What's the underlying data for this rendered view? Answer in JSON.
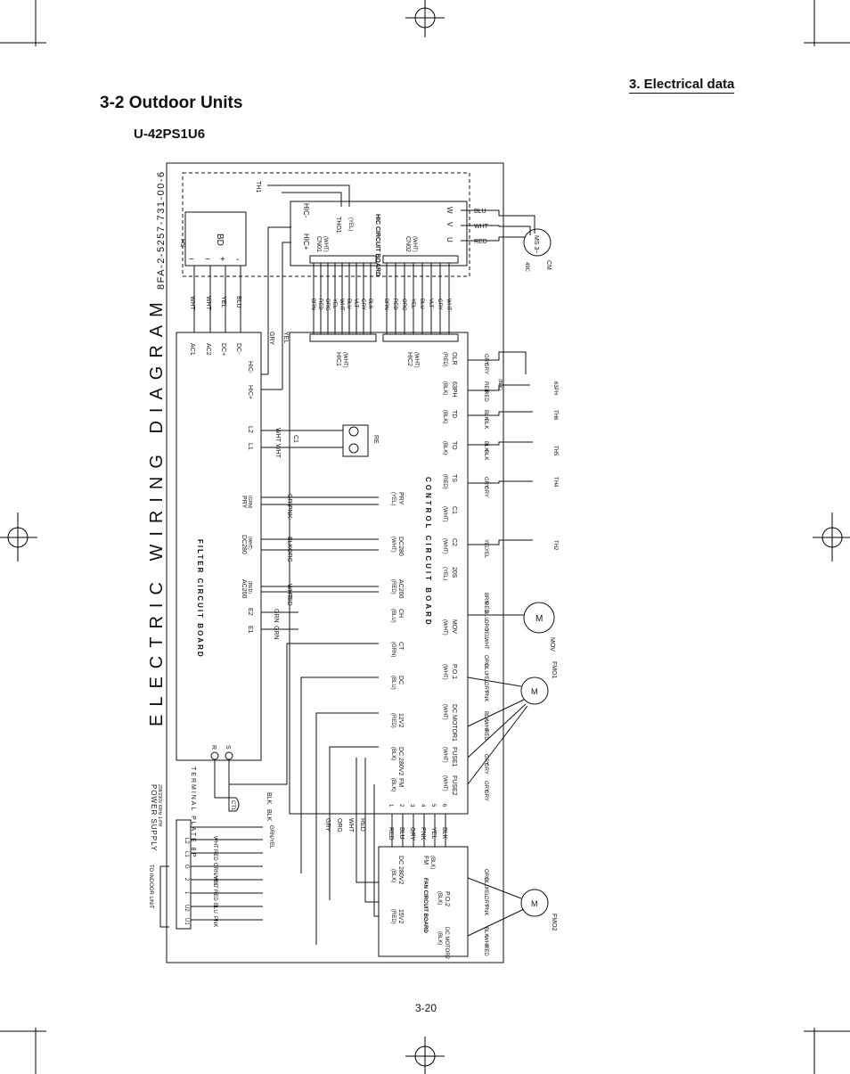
{
  "header": {
    "section": "3. Electrical data",
    "title": "3-2 Outdoor Units",
    "model": "U-42PS1U6"
  },
  "page_number": "3-20",
  "diagram": {
    "title": "ELECTRIC WIRING DIAGRAM",
    "drawing_number": "8FA-2-5257-731-00-6",
    "hs_label": "HS",
    "bd_label": "BD",
    "bd_terminals": [
      "~",
      "~",
      "+",
      "-"
    ],
    "bd_wires": [
      "WHT",
      "WHT",
      "YEL",
      "BLU"
    ],
    "th1_label": "TH1",
    "hic_board": {
      "name": "HIC CIRCUIT BOARD",
      "hic_minus": "HIC-",
      "hic_plus": "HIC+",
      "tho1": "THO1",
      "tho1_color": "(YEL)",
      "cn01": "CN01",
      "cn01_color": "(WHT)",
      "cn02": "CN02",
      "cn02_color": "(WHT)",
      "phases": [
        "W",
        "V",
        "U"
      ],
      "phase_wires": [
        "BLU",
        "WHT",
        "RED"
      ],
      "cn01_wires": [
        "BRN",
        "RED",
        "ORG",
        "YEL",
        "WHT",
        "BLU",
        "VLT",
        "GRY",
        "BLK"
      ],
      "cn02_wires": [
        "BRN",
        "RED",
        "ORG",
        "YEL",
        "BLU",
        "VLT",
        "GRY",
        "WHT"
      ]
    },
    "compressor": {
      "label": "MS 3~",
      "cm": "CM",
      "r": "49C"
    },
    "filter_board": {
      "name": "FILTER CIRCUIT BOARD",
      "terminals": [
        "AC1",
        "AC2",
        "DC+",
        "DC-",
        "HIC-",
        "HIC+",
        "L2",
        "L1"
      ],
      "gry": "GRY",
      "yel": "YEL",
      "pry": "PRY",
      "pry_color": "(GRN)",
      "dc280": "DC280",
      "dc280_color": "(WHT)",
      "ac200": "AC200",
      "ac200_color": "(RED)",
      "e2": "E2",
      "e1": "E1",
      "l_wires": [
        "WHT",
        "WHT"
      ],
      "pry_wires": [
        "GRY",
        "PNK"
      ],
      "dc280_wires": [
        "BLK",
        "ORG"
      ],
      "ac200_wires": [
        "WHT",
        "RED"
      ],
      "e_wires": [
        "GRN",
        "GRN"
      ],
      "r": "R",
      "s": "S"
    },
    "c1": "C1",
    "re": "RE",
    "control_board": {
      "name": "CONTROL CIRCUIT BOARD",
      "hic1": "HIC1",
      "hic1_color": "(WHT)",
      "hic2": "HIC2",
      "hic2_color": "(WHT)",
      "left": [
        {
          "name": "PRY",
          "color": "(YEL)"
        },
        {
          "name": "DC280",
          "color": "(WHT)"
        },
        {
          "name": "AC200",
          "color": "(RED)"
        },
        {
          "name": "CH",
          "color": "(BLU)"
        },
        {
          "name": "CT",
          "color": "(GRN)"
        },
        {
          "name": "DC",
          "color": "(BLU)"
        },
        {
          "name": "12V2",
          "color": "(RED)"
        },
        {
          "name": "DC 280V2",
          "color": "(BLK)"
        },
        {
          "name": "FM",
          "color": "(BLK)"
        }
      ],
      "right": [
        {
          "name": "OLR",
          "color": "(RED)"
        },
        {
          "name": "63PH",
          "color": "(BLK)"
        },
        {
          "name": "TD",
          "color": "(BLK)"
        },
        {
          "name": "TO",
          "color": "(BLK)"
        },
        {
          "name": "TS",
          "color": "(RED)"
        },
        {
          "name": "C1",
          "color": "(WHT)"
        },
        {
          "name": "C2",
          "color": "(WHT)"
        },
        {
          "name": "20S",
          "color": "(YEL)"
        },
        {
          "name": "MOV",
          "color": "(WHT)"
        },
        {
          "name": "P.O.1",
          "color": "(WHT)"
        },
        {
          "name": "DC MOTOR1",
          "color": "(WHT)"
        },
        {
          "name": "FUSE1",
          "color": "(WHT)"
        },
        {
          "name": "FUSE2",
          "color": "(WHT)"
        }
      ]
    },
    "fm_wires": [
      "RED",
      "BLU",
      "GRY",
      "PNK",
      "YEL",
      "BLK"
    ],
    "fm_pins": [
      "1",
      "2",
      "3",
      "4",
      "5",
      "6"
    ],
    "sensor_wires": {
      "olr": [
        "GRY",
        "GRY"
      ],
      "ph63": [
        "RED",
        "RED"
      ],
      "td": [
        "BLK",
        "BLK"
      ],
      "to": [
        "BLK",
        "BLK"
      ],
      "ts": [
        "GRY",
        "GRY"
      ],
      "c2": [
        "YEL",
        "YEL"
      ],
      "mov": [
        "BRN",
        "RED",
        "BLU",
        "ORG",
        "YEL",
        "WHT"
      ],
      "po1": [
        "ORG",
        "BLU",
        "YEL",
        "GRY",
        "PNK"
      ],
      "dcm1": [
        "BLK",
        "WHT",
        "RED"
      ],
      "fuse1": [
        "GRY",
        "GRY"
      ],
      "fuse2": [
        "GRY",
        "GRY"
      ],
      "po2": [
        "ORG",
        "BLU",
        "YEL",
        "GRY",
        "PNK"
      ],
      "dcm2": [
        "BLK",
        "WHT",
        "RED"
      ]
    },
    "blk_small": "(BLK)",
    "sensors": [
      "63PH",
      "TH6",
      "TH5",
      "TH4",
      "TH2"
    ],
    "mov_label": "MOV",
    "fmo1": "FMO1",
    "fmo2": "FMO2",
    "motor_m": "M",
    "ctrl_drop_wires": [
      "GRY",
      "ORG",
      "WHT",
      "RED"
    ],
    "fan_board": {
      "name": "FAN CIRCUIT BOARD",
      "dc280v2": "DC 280V2",
      "dc280v2_color": "(BLK)",
      "fm": "FM",
      "fm_color": "(BLK)",
      "po2": "P.O.2",
      "po2_color": "(BLK)",
      "v15": "15V2",
      "v15_color": "(RED)",
      "dcm2": "DC MOTOR2",
      "dcm2_color": "(BLK)"
    },
    "terminal": {
      "name": "TERMINAL PLATE 8P",
      "power_supply": "POWER SUPPLY",
      "power_spec": "208/230V 60Hz 1-PH",
      "to_indoor": "TO INDOOR UNIT",
      "ct1": "CT1",
      "pins": [
        "U1",
        "U2",
        "1",
        "2",
        "G",
        "L1",
        "L2"
      ],
      "wires": [
        "PNK",
        "BLU",
        "RED",
        "WHT",
        "GRN/YEL",
        "RED",
        "WHT"
      ],
      "ct_wires": [
        "BLK",
        "BLK"
      ],
      "ground_wire": "GRN/YEL"
    }
  }
}
